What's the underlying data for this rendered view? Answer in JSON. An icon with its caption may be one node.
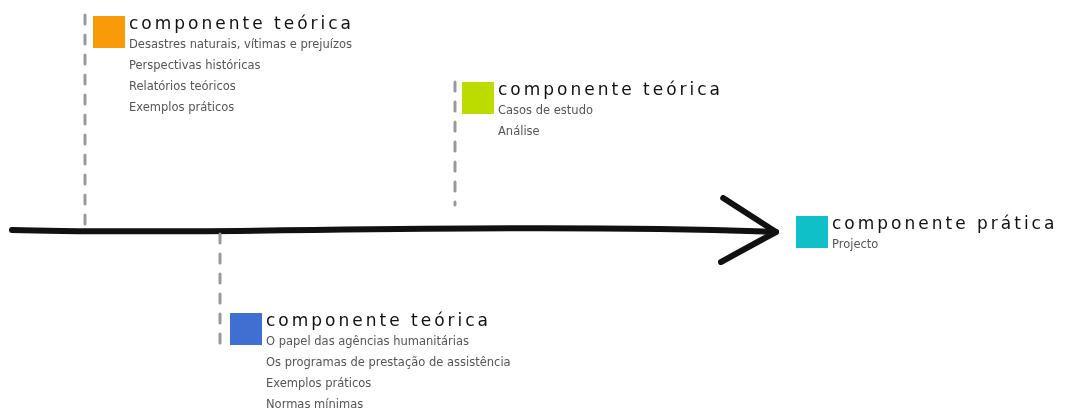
{
  "diagram": {
    "nodes": [
      {
        "text": [
          "componente teórica",
          "Desastres naturais, vítimas e prejuízos",
          "Perspectivas históricas",
          "Relatórios teóricos",
          "Exemplos práticos"
        ]
      },
      {
        "text": [
          "componente teórica",
          "Casos de estudo",
          "Análise"
        ]
      },
      {
        "text": [
          "componente teórica",
          "O papel das agências humanitárias",
          "Os programas de prestação de assistência",
          "Exemplos práticos",
          "Normas mínimas"
        ]
      },
      {
        "text": [
          "componente prática",
          "Projecto"
        ]
      }
    ],
    "edges": [
      {
        "from": null,
        "to": 3,
        "arrow": "to",
        "style": "thick",
        "color": "#111111"
      },
      {
        "from": 0,
        "to": null,
        "arrow": "none",
        "style": "dashed"
      },
      {
        "from": 1,
        "to": null,
        "arrow": "none",
        "style": "dashed"
      },
      {
        "from": 2,
        "to": null,
        "arrow": "none",
        "style": "dashed"
      }
    ]
  }
}
